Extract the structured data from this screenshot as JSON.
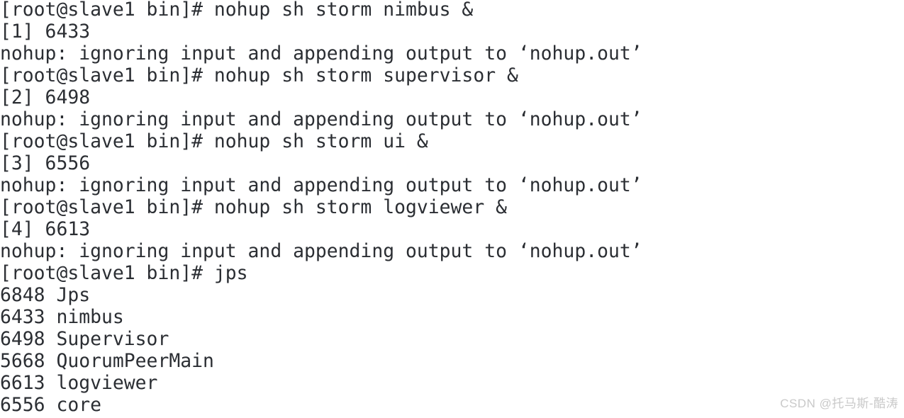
{
  "terminal": {
    "prompt": "[root@slave1 bin]# ",
    "text_color": "#2b2e33",
    "background_color": "#ffffff",
    "lines": [
      "[root@slave1 bin]# nohup sh storm nimbus &",
      "[1] 6433",
      "nohup: ignoring input and appending output to ‘nohup.out’",
      "[root@slave1 bin]# nohup sh storm supervisor &",
      "[2] 6498",
      "nohup: ignoring input and appending output to ‘nohup.out’",
      "[root@slave1 bin]# nohup sh storm ui &",
      "[3] 6556",
      "nohup: ignoring input and appending output to ‘nohup.out’",
      "[root@slave1 bin]# nohup sh storm logviewer &",
      "[4] 6613",
      "nohup: ignoring input and appending output to ‘nohup.out’",
      "[root@slave1 bin]# jps",
      "6848 Jps",
      "6433 nimbus",
      "6498 Supervisor",
      "5668 QuorumPeerMain",
      "6613 logviewer",
      "6556 core"
    ],
    "jobs": [
      {
        "job_id": "[1]",
        "pid": "6433",
        "command": "nohup sh storm nimbus &"
      },
      {
        "job_id": "[2]",
        "pid": "6498",
        "command": "nohup sh storm supervisor &"
      },
      {
        "job_id": "[3]",
        "pid": "6556",
        "command": "nohup sh storm ui &"
      },
      {
        "job_id": "[4]",
        "pid": "6613",
        "command": "nohup sh storm logviewer &"
      }
    ],
    "jps_output": [
      {
        "pid": "6848",
        "process": "Jps"
      },
      {
        "pid": "6433",
        "process": "nimbus"
      },
      {
        "pid": "6498",
        "process": "Supervisor"
      },
      {
        "pid": "5668",
        "process": "QuorumPeerMain"
      },
      {
        "pid": "6613",
        "process": "logviewer"
      },
      {
        "pid": "6556",
        "process": "core"
      }
    ]
  },
  "watermark": {
    "text": "CSDN @托马斯-酷涛",
    "color": "#c9c9c9"
  }
}
